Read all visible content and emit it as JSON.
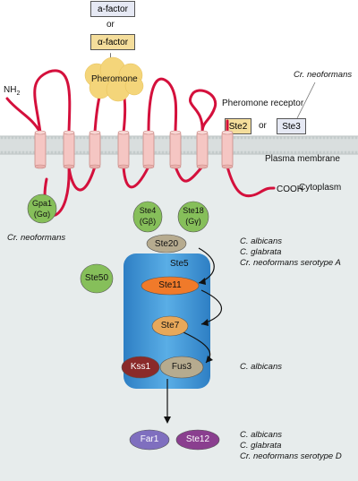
{
  "ligands": {
    "a_factor": "a-factor",
    "or": "or",
    "alpha_factor": "α-factor",
    "pheromone": "Pheromone"
  },
  "receptor": {
    "species": "Cr. neoformans",
    "title": "Pheromone receptor",
    "ste2": "Ste2",
    "or": "or",
    "ste3": "Ste3"
  },
  "membrane": {
    "label": "Plasma membrane",
    "cytoplasm": "Cytoplasm",
    "nh2": "NH",
    "nh2_sub": "2",
    "cooh": "COOH"
  },
  "gpa1": {
    "line1": "Gpa1",
    "line2": "(Gα)",
    "species": "Cr. neoformans"
  },
  "ste4": {
    "line1": "Ste4",
    "line2": "(Gβ)"
  },
  "ste18": {
    "line1": "Ste18",
    "line2": "(Gγ)"
  },
  "pathway": {
    "ste20": "Ste20",
    "ste5": "Ste5",
    "ste50": "Ste50",
    "ste11": "Ste11",
    "ste7": "Ste7",
    "kss1": "Kss1",
    "fus3": "Fus3",
    "far1": "Far1",
    "ste12": "Ste12"
  },
  "species_notes": {
    "ste20": [
      "C. albicans",
      "C. glabrata",
      "Cr. neoformans serotype A"
    ],
    "fus3": [
      "C. albicans"
    ],
    "ste12": [
      "C. albicans",
      "C. glabrata",
      "Cr. neoformans serotype D"
    ]
  },
  "colors": {
    "membrane": "#f5c6c3",
    "loop": "#d4103c",
    "ste2_box": "#f4dd9b",
    "ste3_box": "#e6e9f4",
    "ste5": "#3a97d8",
    "cytoplasm": "#e7ecec"
  }
}
